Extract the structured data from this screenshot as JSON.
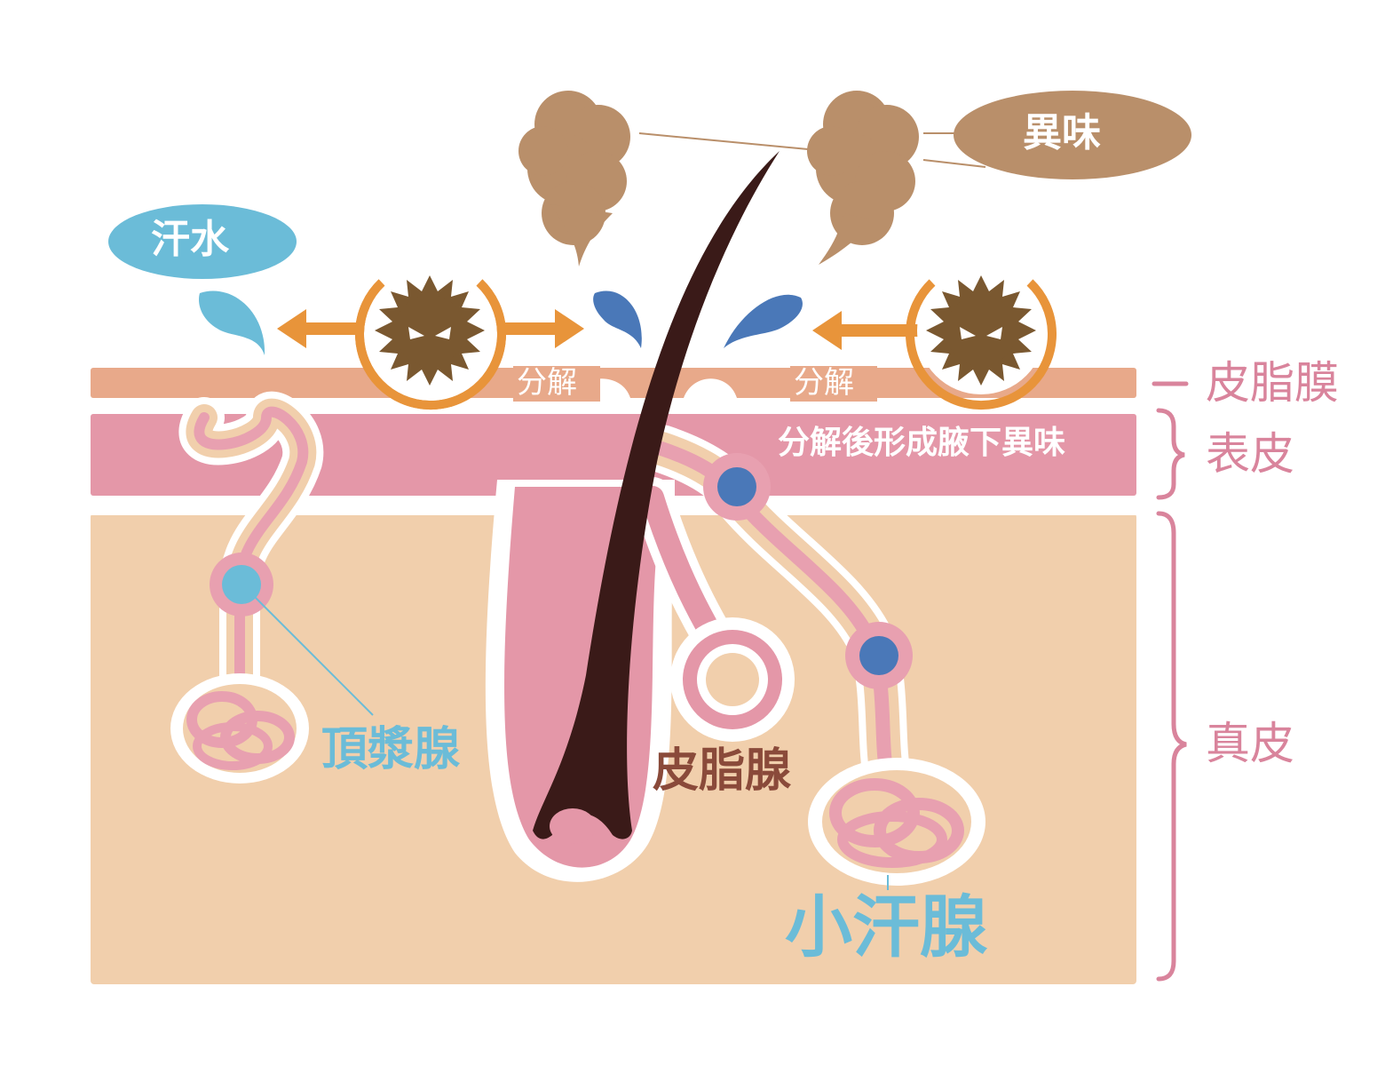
{
  "labels": {
    "sweat": "汗水",
    "odor": "異味",
    "decompose_left": "分解",
    "decompose_right": "分解",
    "epidermis_note": "分解後形成腋下異味",
    "apocrine_gland": "頂漿腺",
    "sebaceous_gland": "皮脂腺",
    "eccrine_gland": "小汗腺"
  },
  "layers": {
    "sebum_film": "皮脂膜",
    "epidermis": "表皮",
    "dermis": "真皮"
  },
  "colors": {
    "sebum": "#e8a98a",
    "epidermis": "#e497a8",
    "dermis": "#f1cfac",
    "duct_pink": "#e8a0b0",
    "hair": "#3a1a18",
    "odor": "#b98f6a",
    "sweat_light": "#6bbcd8",
    "sweat_dark": "#4a78b8",
    "bacteria": "#7a5830",
    "arrow": "#e8943a",
    "layer_label": "#d9849c",
    "sebaceous_label": "#8a4a3a"
  },
  "icons": {
    "bacteria": "bacteria-icon",
    "sweat_drop": "sweat-drop-icon",
    "odor_cloud": "odor-cloud-icon",
    "arrow": "double-arrow-icon"
  }
}
